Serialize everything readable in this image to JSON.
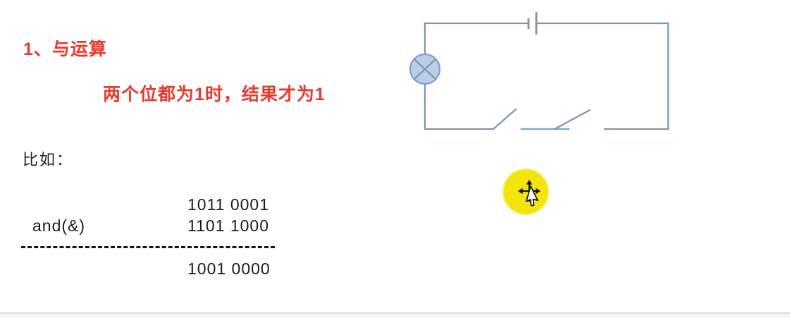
{
  "slide": {
    "title": "1、与运算",
    "subtitle": "两个位都为1时，结果才为1",
    "example_label": "比如：",
    "accent_red": "#e8392e",
    "operation": {
      "operator_label": "and(&)",
      "operand1": "1011 0001",
      "operand2": "1101 1000",
      "result": "1001 0000",
      "separator_style": "dashed"
    }
  },
  "circuit": {
    "components": [
      {
        "icon": "battery-icon"
      },
      {
        "icon": "lamp-icon"
      },
      {
        "icon": "switch-open-icon"
      },
      {
        "icon": "switch-open-icon"
      }
    ],
    "wire_gray": "#8b94a5",
    "wire_blue": "#74a9d8",
    "lamp_fill": "#b9cfe9",
    "lamp_stroke": "#7e9fc9",
    "lamp_cross": "#8898b3"
  },
  "cursor": {
    "type": "move-cursor",
    "highlight_color": "#f2e40c"
  }
}
